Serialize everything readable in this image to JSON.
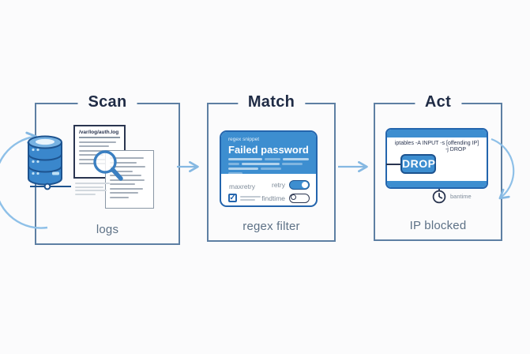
{
  "diagram": {
    "stages": [
      {
        "title": "Scan",
        "caption": "logs",
        "log_header": "/var/log/auth.log"
      },
      {
        "title": "Match",
        "caption": "regex filter",
        "snippet_label": "regex snippet",
        "snippet_heading": "Failed password",
        "option_left": "maxretry",
        "toggles": [
          {
            "label": "retry",
            "state": "on"
          },
          {
            "label": "findtime",
            "state": "off"
          }
        ]
      },
      {
        "title": "Act",
        "caption": "IP blocked",
        "command_line1": "iptables -A INPUT -s [offending IP]",
        "command_line2": "-j DROP",
        "drop_label": "DROP",
        "bantime_label": "bantime"
      }
    ]
  },
  "colors": {
    "accent_blue": "#3d8ed0",
    "dark_blue": "#1d538f",
    "box_border": "#5d7fa3",
    "title_navy": "#1f2b45",
    "caption_gray": "#5d7186",
    "arrow_light_blue": "#85b8e2",
    "background": "#fbfbfc"
  }
}
